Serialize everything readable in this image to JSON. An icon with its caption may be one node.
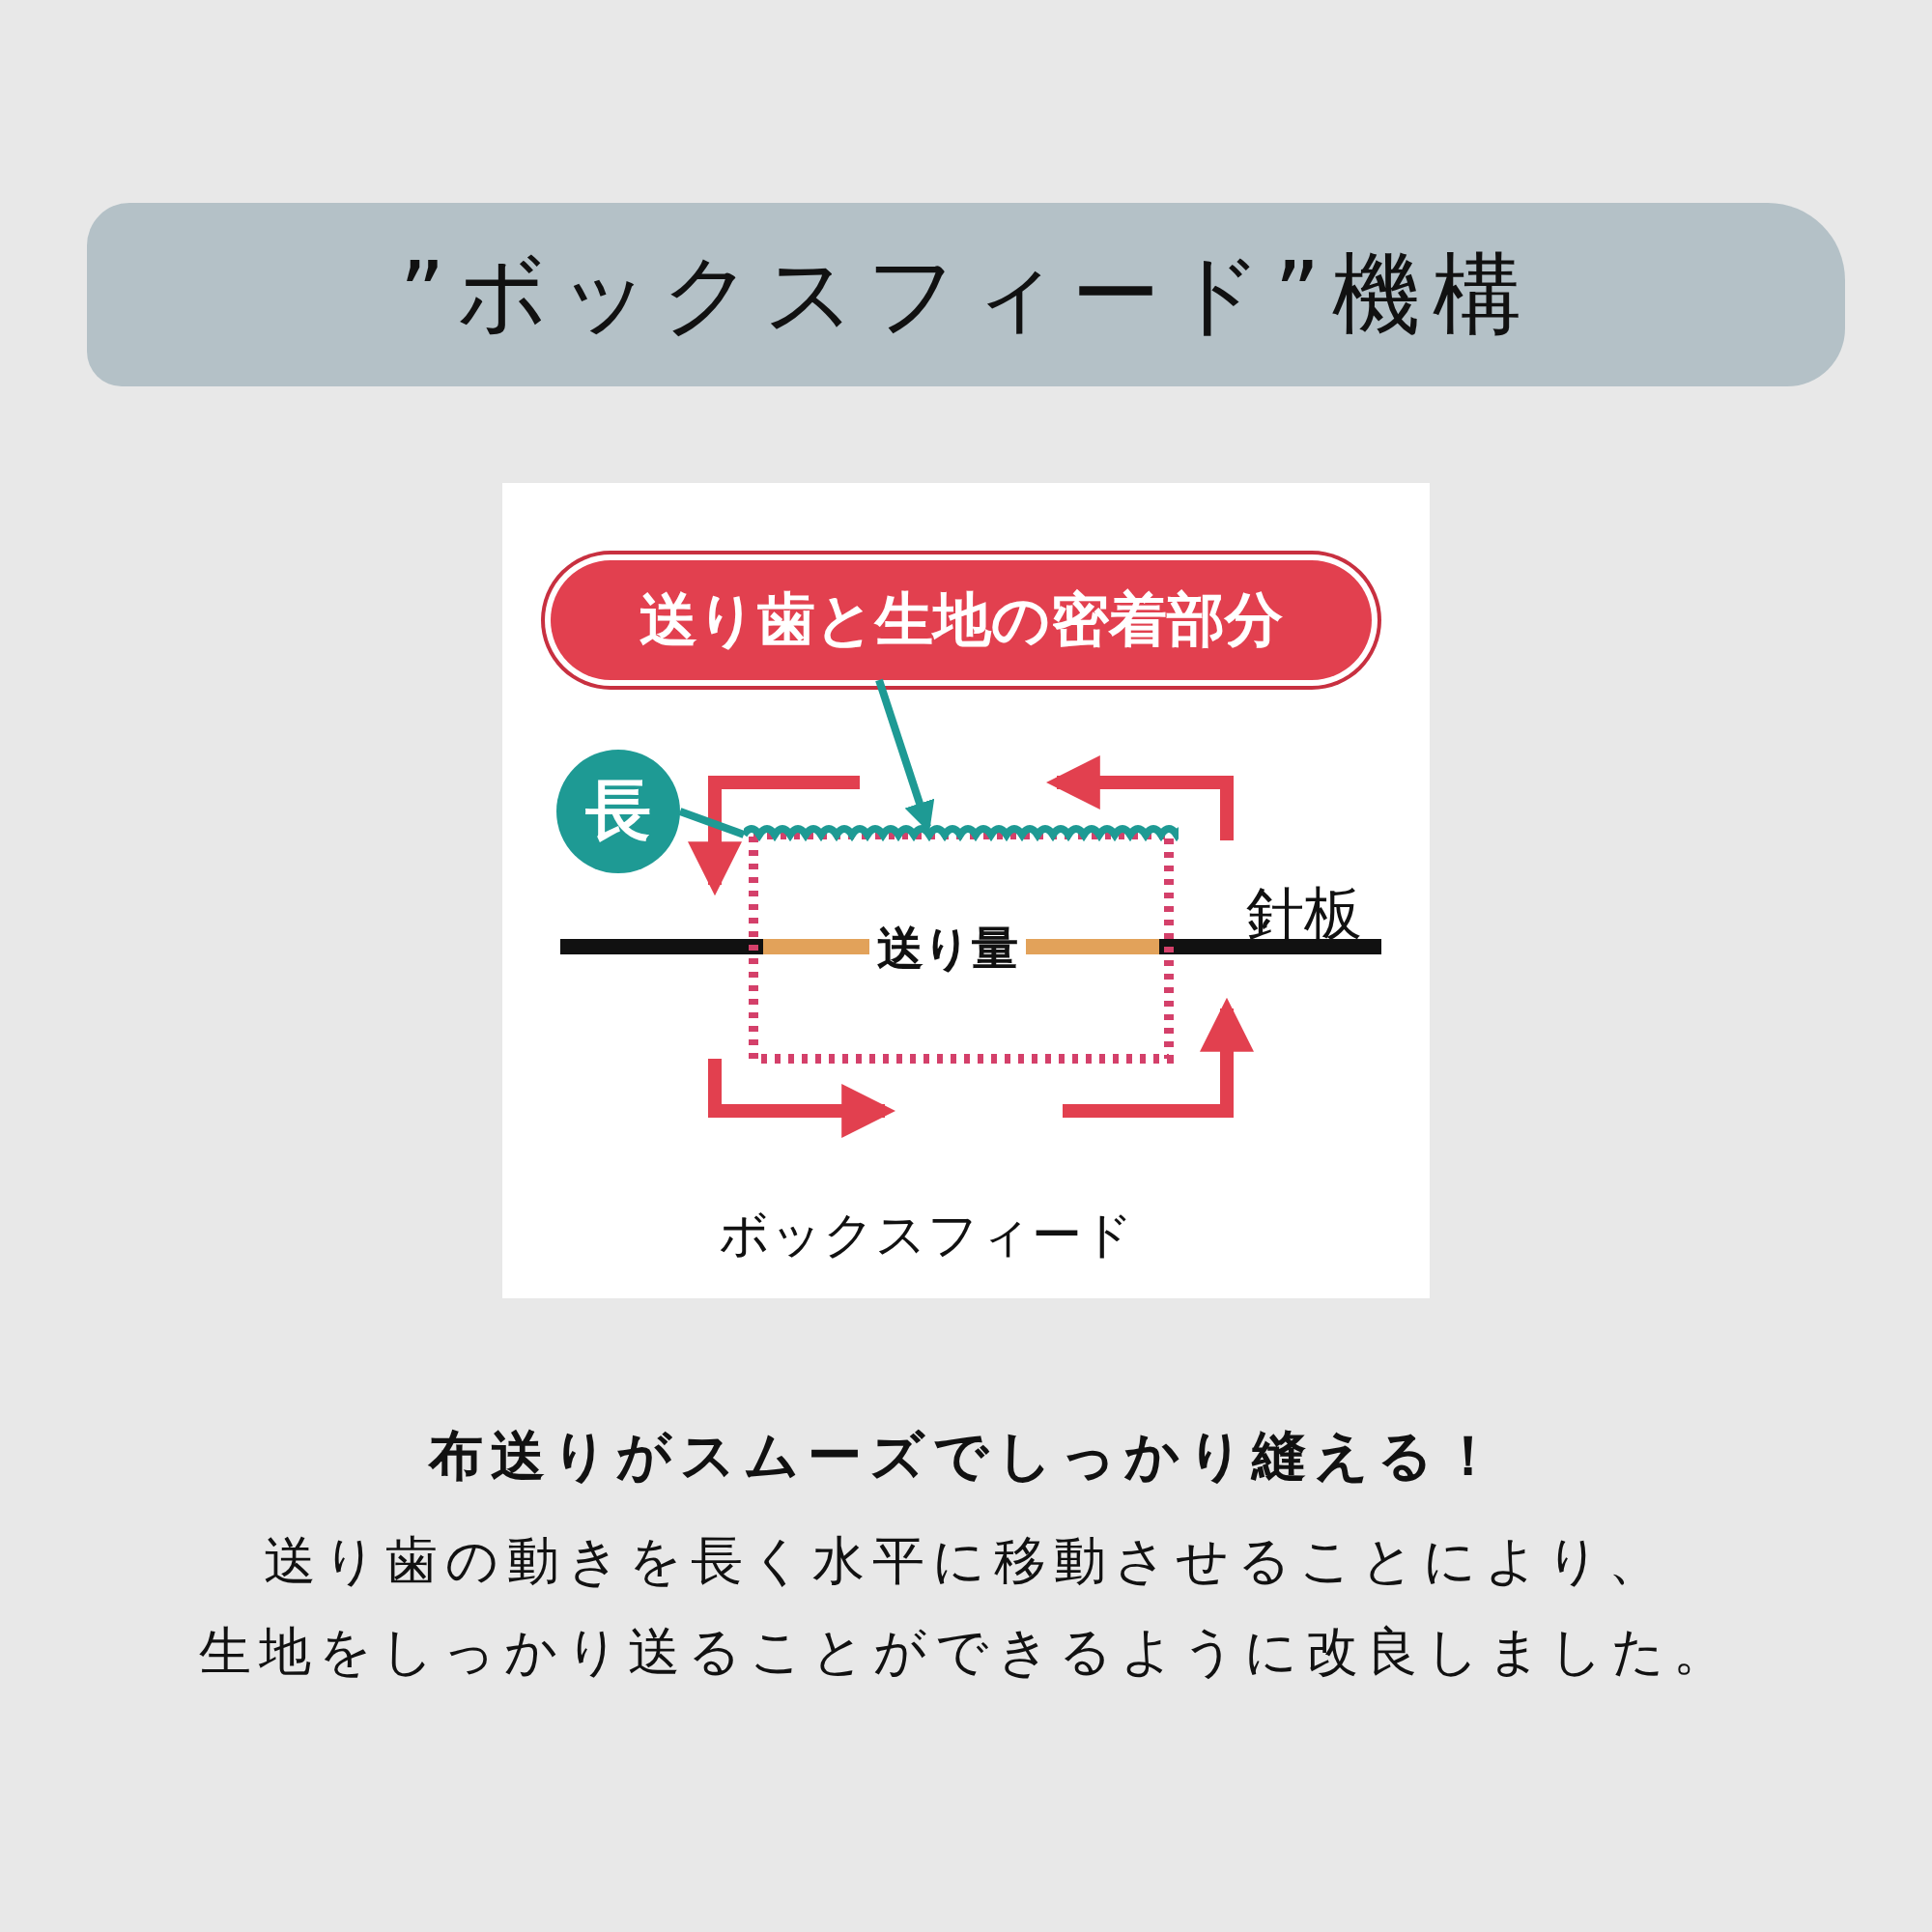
{
  "diagram": {
    "title": "”ボックスフィード”機構",
    "nodes": [
      {
        "text": [
          "送り歯と生地の密着部分"
        ]
      },
      {
        "text": [],
        "shape": "bar"
      },
      {
        "text": [
          "長"
        ]
      }
    ],
    "edges": [
      {
        "from": 0,
        "to": 1,
        "arrow": "to"
      },
      {
        "from": 2,
        "to": 1,
        "arrow": "none"
      }
    ],
    "labels": [
      "針板",
      "送り量",
      "ボックスフィード",
      "布送りがスムーズでしっかり縫える！",
      "送り歯の動きを長く水平に移動させることにより、生地をしっかり送ることができるように改良しました。"
    ]
  }
}
